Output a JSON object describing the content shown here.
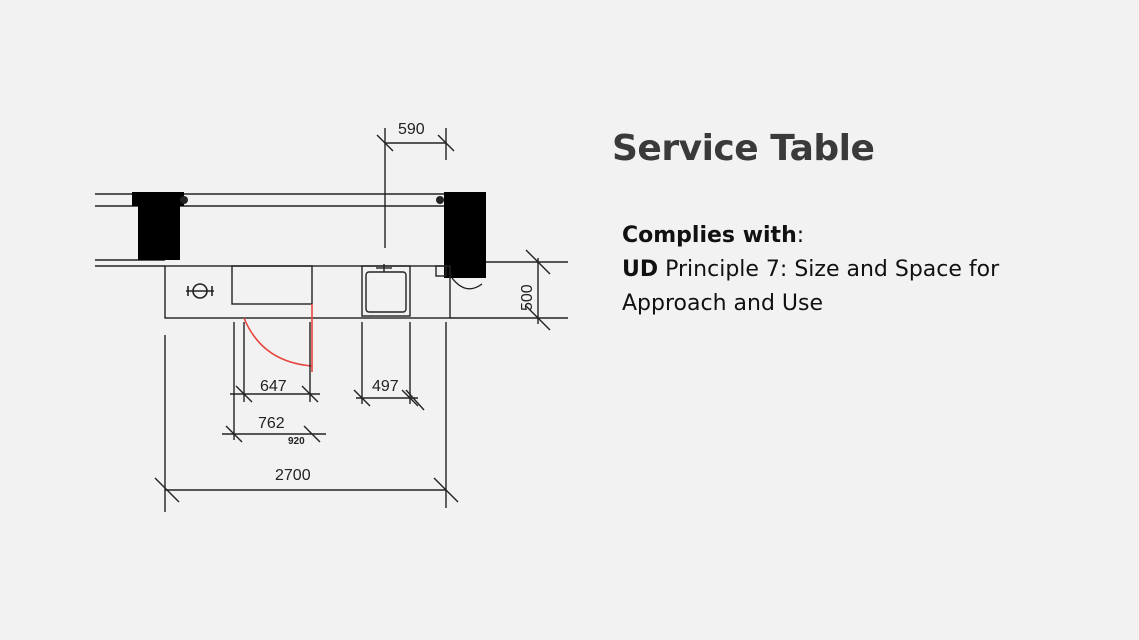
{
  "slide": {
    "title": "Service Table",
    "complies_label": "Complies with",
    "complies_colon": ":",
    "ud_label": "UD",
    "principle_text": " Principle 7: Size and Space for Approach and Use"
  },
  "drawing": {
    "dimensions": {
      "top_width": "590",
      "depth": "500",
      "door_leaf": "647",
      "door_opening": "762",
      "door_frame": "920",
      "sink_width": "497",
      "overall_length": "2700"
    }
  },
  "colors": {
    "background": "#f2f2f2",
    "line": "#222222",
    "door_swing": "#e8453c"
  }
}
